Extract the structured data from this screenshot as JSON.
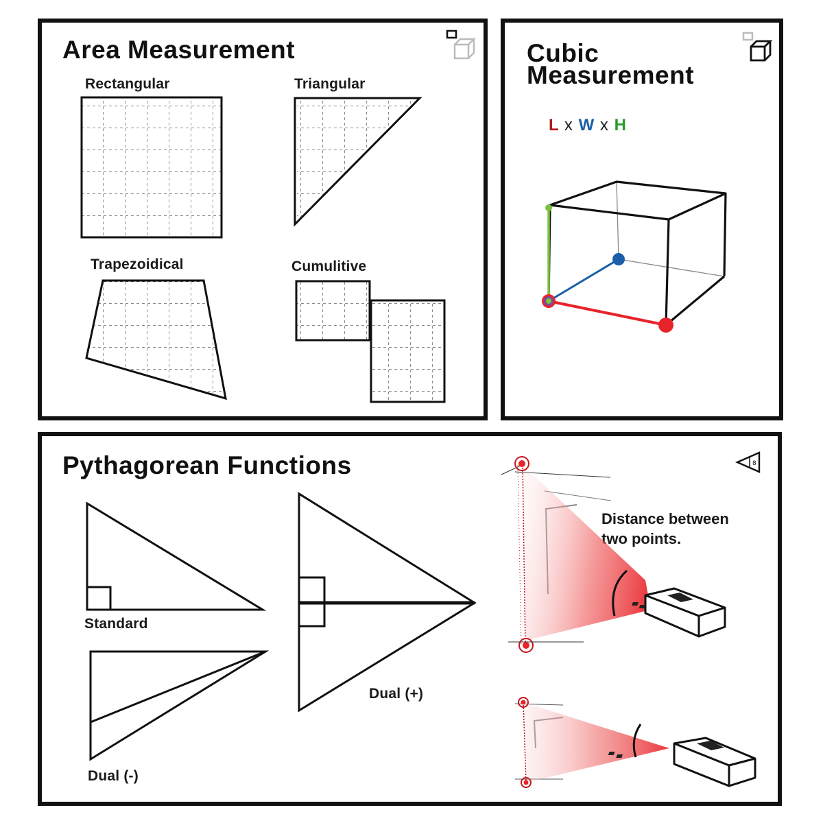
{
  "area": {
    "title": "Area Measurement",
    "labels": {
      "rectangular": "Rectangular",
      "triangular": "Triangular",
      "trapezoidical": "Trapezoidical",
      "cumulitive": "Cumulitive"
    },
    "icon": "square-cube-icon"
  },
  "cubic": {
    "title_line1": "Cubic",
    "title_line2": "Measurement",
    "formula": {
      "l": "L",
      "x1": "x",
      "w": "W",
      "x2": "x",
      "h": "H"
    },
    "colors": {
      "l": "#b01a1a",
      "w": "#1a5fa8",
      "h": "#2a9a2a"
    },
    "icon": "cube-icon"
  },
  "pythagorean": {
    "title": "Pythagorean Functions",
    "labels": {
      "standard": "Standard",
      "dual_minus": "Dual (-)",
      "dual_plus": "Dual (+)"
    },
    "distance_line1": "Distance between",
    "distance_line2": "two points.",
    "icon": "triangle-angle-icon",
    "laser_color": "#e8242a"
  }
}
